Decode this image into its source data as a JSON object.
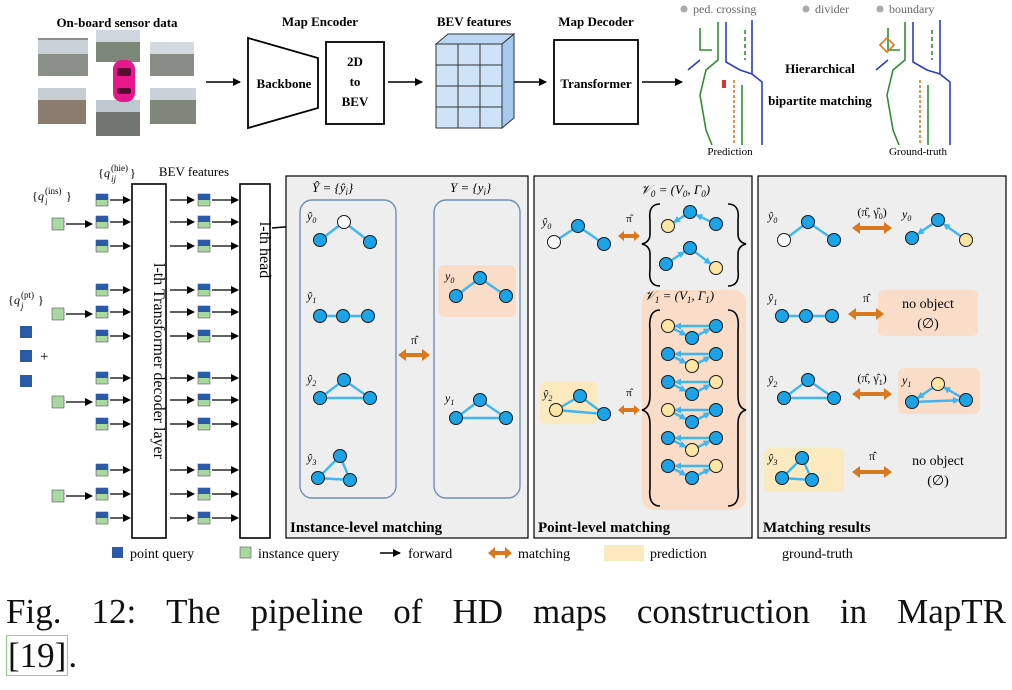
{
  "top": {
    "sensor_title": "On-board sensor data",
    "encoder_title": "Map Encoder",
    "backbone_label": "Backbone",
    "conv2d": [
      "2D",
      "to",
      "BEV"
    ],
    "bev_title": "BEV features",
    "decoder_title": "Map Decoder",
    "transformer_label": "Transformer",
    "legend_items": [
      "ped. crossing",
      "divider",
      "boundary"
    ],
    "hierarchical": [
      "Hierarchical",
      "bipartite matching"
    ],
    "prediction_label": "Prediction",
    "groundtruth_label": "Ground-truth"
  },
  "decoder": {
    "hie_sup": "(hie)",
    "ij_sub": "ij",
    "ins_sup": "(ins)",
    "pt_sup": "(pt)",
    "i_sub": "i",
    "j_sub": "j",
    "q": "q",
    "bev_label": "BEV features",
    "layer_label": "l-th Transformer decoder layer",
    "head_label": "l-th head",
    "plus": "+"
  },
  "panels": {
    "instance_title": "Instance-level matching",
    "point_title": "Point-level matching",
    "results_title": "Matching results",
    "yhat_set": "Ŷ = {ŷ",
    "y_set": "Y = {y",
    "pi_hat": "π̂",
    "v0": "𝒱",
    "no_object": "no object",
    "empty_set": "(∅)"
  },
  "legend": {
    "point_query": "point query",
    "instance_query": "instance query",
    "forward": "forward",
    "matching": "matching",
    "prediction": "prediction",
    "groundtruth": "ground-truth"
  },
  "caption": {
    "line1_words": [
      "Fig.",
      "12:",
      "The",
      "pipeline",
      "of",
      "HD",
      "maps",
      "construction",
      "in",
      "MapTR"
    ],
    "cite": "[19]",
    "end": "."
  },
  "colors": {
    "node_blue": "#1ba3e8",
    "edge_blue": "#3fb6f2",
    "query_blue": "#2a5aa8",
    "query_green": "#a8d8a0",
    "pred_yellow": "#fbeac0",
    "gt_orange": "#f9ddc8",
    "matching_orange": "#d9781f",
    "panel_gray": "#eeeeee"
  }
}
